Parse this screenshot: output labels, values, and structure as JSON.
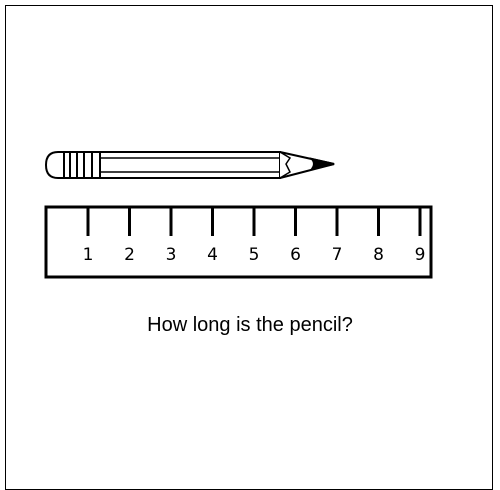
{
  "question": "How long is the pencil?",
  "ruler": {
    "tick_labels": [
      "1",
      "2",
      "3",
      "4",
      "5",
      "6",
      "7",
      "8",
      "9"
    ]
  },
  "pencil": {
    "length_units": 7
  },
  "colors": {
    "stroke": "#000000",
    "background": "#ffffff"
  }
}
